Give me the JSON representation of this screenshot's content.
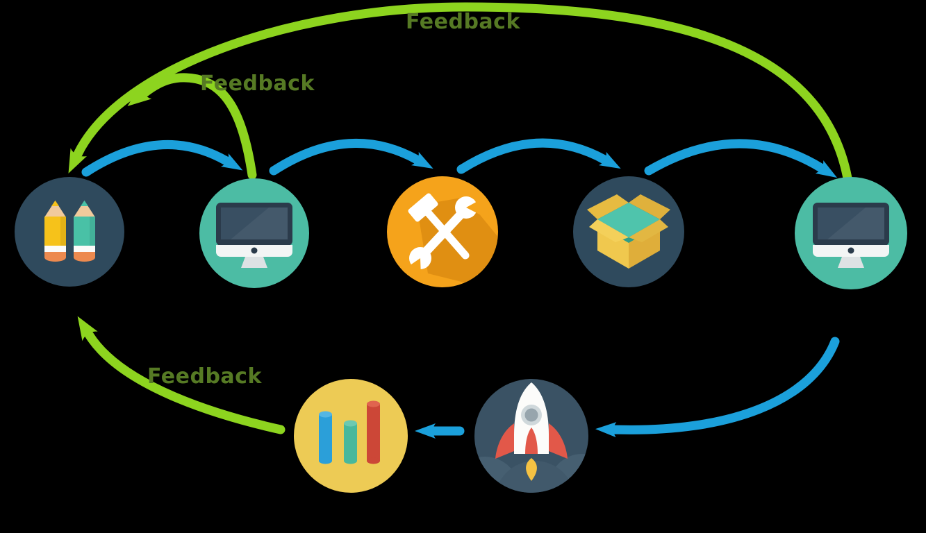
{
  "diagram": {
    "labels": {
      "feedback_top": "Feedback",
      "feedback_mid": "Feedback",
      "feedback_bottom": "Feedback"
    },
    "colors": {
      "background": "#000000",
      "arrow_blue": "#1ba0db",
      "arrow_green": "#8dd41f",
      "label_text": "#567a24",
      "node_dark": "#2f4a5d",
      "node_teal": "#4cbca4",
      "node_orange": "#f5a31b",
      "node_orange_shadow": "#de8d12",
      "node_yellow": "#edcb55",
      "node_rocket": "#3a5264"
    },
    "nodes": [
      {
        "name": "pencils-node",
        "icon": "pencils-icon",
        "shape": "circle",
        "color_key": "node_dark"
      },
      {
        "name": "monitor-node-1",
        "icon": "imac-icon",
        "shape": "circle",
        "color_key": "node_teal"
      },
      {
        "name": "tools-node",
        "icon": "hammer-wrench-icon",
        "shape": "circle",
        "color_key": "node_orange"
      },
      {
        "name": "box-node",
        "icon": "open-box-icon",
        "shape": "circle",
        "color_key": "node_dark"
      },
      {
        "name": "monitor-node-2",
        "icon": "imac-icon",
        "shape": "circle",
        "color_key": "node_teal"
      },
      {
        "name": "bar-chart-node",
        "icon": "bar-chart-icon",
        "shape": "circle",
        "color_key": "node_yellow"
      },
      {
        "name": "rocket-node",
        "icon": "rocket-icon",
        "shape": "circle",
        "color_key": "node_rocket"
      }
    ],
    "arrows": [
      {
        "name": "flow-arrow-1",
        "from": "pencils-node",
        "to": "monitor-node-1",
        "color_key": "arrow_blue"
      },
      {
        "name": "flow-arrow-2",
        "from": "monitor-node-1",
        "to": "tools-node",
        "color_key": "arrow_blue"
      },
      {
        "name": "flow-arrow-3",
        "from": "tools-node",
        "to": "box-node",
        "color_key": "arrow_blue"
      },
      {
        "name": "flow-arrow-4",
        "from": "box-node",
        "to": "monitor-node-2",
        "color_key": "arrow_blue"
      },
      {
        "name": "flow-arrow-5",
        "from": "monitor-node-2",
        "to": "rocket-node",
        "color_key": "arrow_blue"
      },
      {
        "name": "flow-arrow-6",
        "from": "rocket-node",
        "to": "bar-chart-node",
        "color_key": "arrow_blue"
      },
      {
        "name": "feedback-arrow-long",
        "from": "monitor-node-2",
        "to": "pencils-node",
        "color_key": "arrow_green",
        "label": "feedback_top"
      },
      {
        "name": "feedback-arrow-short",
        "from": "monitor-node-1",
        "to": "pencils-node",
        "color_key": "arrow_green",
        "label": "feedback_mid"
      },
      {
        "name": "feedback-arrow-bottom",
        "from": "bar-chart-node",
        "to": "pencils-node",
        "color_key": "arrow_green",
        "label": "feedback_bottom"
      }
    ]
  }
}
